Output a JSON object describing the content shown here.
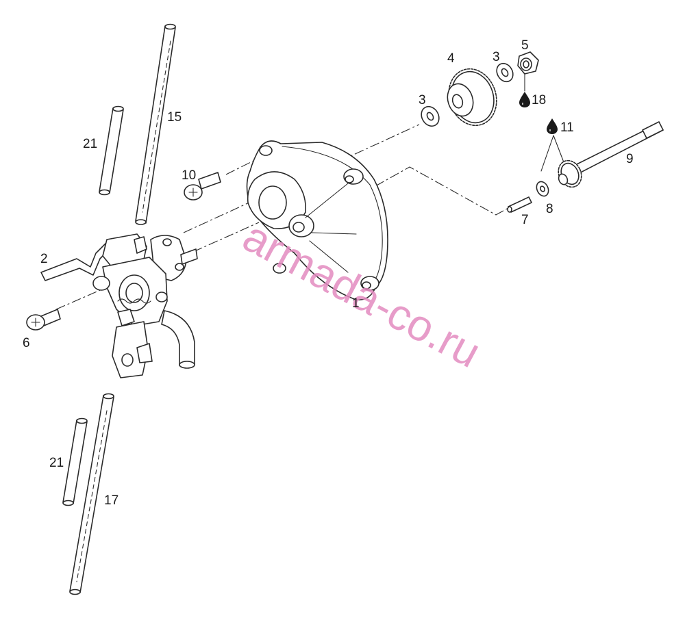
{
  "callouts": {
    "c1": "1",
    "c2": "2",
    "c3a": "3",
    "c3b": "3",
    "c4": "4",
    "c5": "5",
    "c6": "6",
    "c7": "7",
    "c8": "8",
    "c9": "9",
    "c10": "10",
    "c11": "11",
    "c15": "15",
    "c17": "17",
    "c18": "18",
    "c21a": "21",
    "c21b": "21"
  },
  "watermark": "armada-co.ru",
  "colors": {
    "watermark": "#e38bbf",
    "line": "#2a2a2a",
    "shade": "#c9c9c9"
  },
  "icons": {
    "lubricant": "oil-drop-icon"
  }
}
